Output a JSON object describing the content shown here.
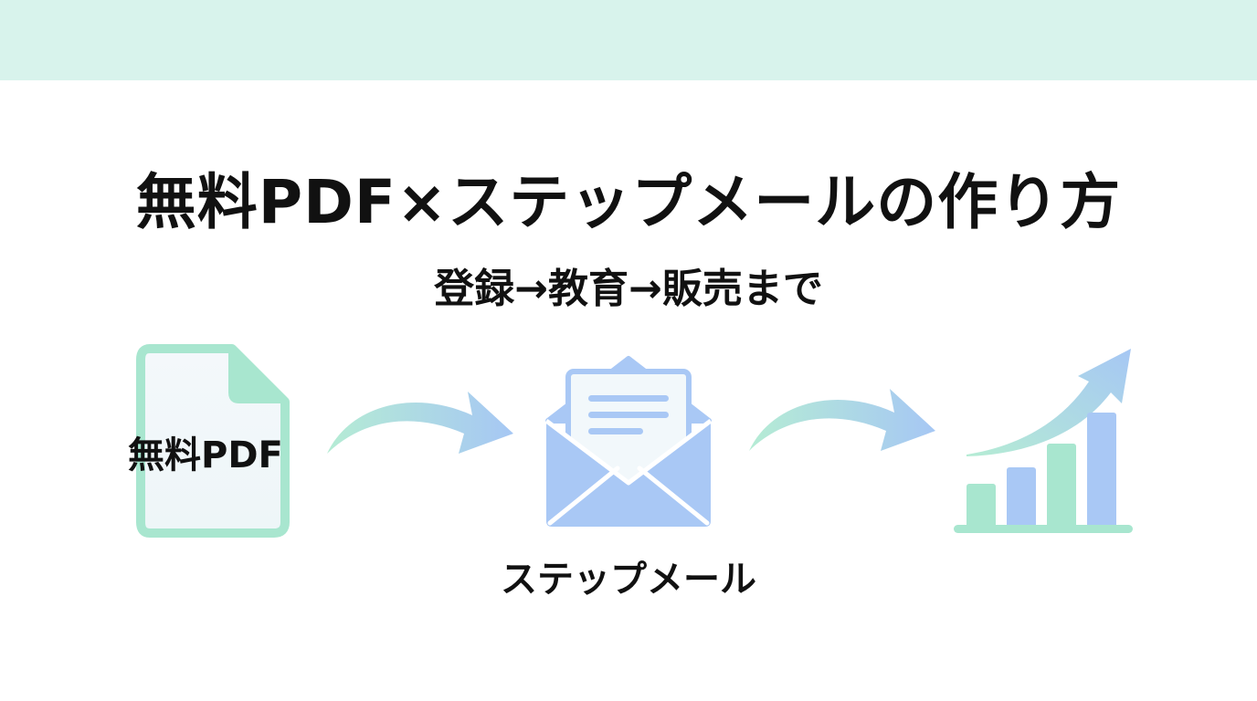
{
  "header": {
    "title": "無料PDF×ステップメールの作り方",
    "subtitle": "登録→教育→販売まで"
  },
  "flow": {
    "steps": [
      {
        "label": "無料PDF",
        "icon": "document-icon"
      },
      {
        "label": "ステップメール",
        "icon": "envelope-icon"
      },
      {
        "label": "",
        "icon": "growth-chart-icon"
      }
    ],
    "connectors": [
      "curved-arrow-icon",
      "curved-arrow-icon"
    ]
  },
  "colors": {
    "band": "#d8f3ec",
    "mint": "#a8e6cf",
    "blue": "#a9c8f5",
    "paper": "#f2f8fb",
    "text": "#111111"
  }
}
